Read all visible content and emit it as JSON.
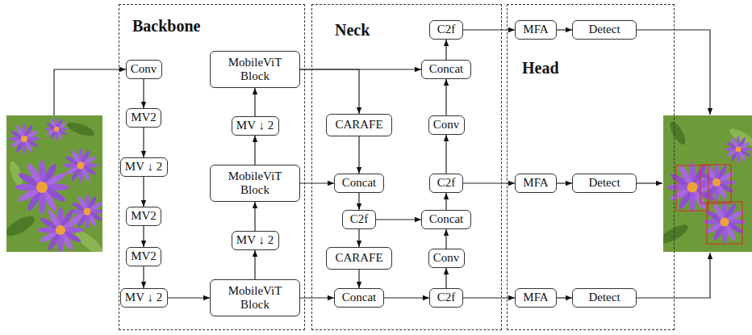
{
  "diagram": {
    "nodes": [
      {
        "text": [
          "Backbone"
        ]
      },
      {
        "text": [
          "Neck"
        ]
      },
      {
        "text": [
          "Head"
        ]
      },
      {
        "text": [
          "Conv"
        ],
        "in": 0
      },
      {
        "text": [
          "MV2"
        ],
        "in": 0
      },
      {
        "text": [
          "MV ↓ 2"
        ],
        "in": 0
      },
      {
        "text": [
          "MV2"
        ],
        "in": 0
      },
      {
        "text": [
          "MV2"
        ],
        "in": 0
      },
      {
        "text": [
          "MV ↓ 2"
        ],
        "in": 0
      },
      {
        "text": [
          "MobileViT Block"
        ],
        "in": 0
      },
      {
        "text": [
          "MV ↓ 2"
        ],
        "in": 0
      },
      {
        "text": [
          "MobileViT Block"
        ],
        "in": 0
      },
      {
        "text": [
          "MV ↓ 2"
        ],
        "in": 0
      },
      {
        "text": [
          "MobileViT Block"
        ],
        "in": 0
      },
      {
        "text": [
          "CARAFE"
        ],
        "in": 1
      },
      {
        "text": [
          "Concat"
        ],
        "in": 1
      },
      {
        "text": [
          "C2f"
        ],
        "in": 1
      },
      {
        "text": [
          "CARAFE"
        ],
        "in": 1
      },
      {
        "text": [
          "Concat"
        ],
        "in": 1
      },
      {
        "text": [
          "C2f"
        ],
        "in": 1
      },
      {
        "text": [
          "Concat"
        ],
        "in": 1
      },
      {
        "text": [
          "Conv"
        ],
        "in": 1
      },
      {
        "text": [
          "C2f"
        ],
        "in": 1
      },
      {
        "text": [
          "Concat"
        ],
        "in": 1
      },
      {
        "text": [
          "Conv"
        ],
        "in": 1
      },
      {
        "text": [
          "C2f"
        ],
        "in": 1
      },
      {
        "text": [
          "MFA"
        ],
        "in": 2
      },
      {
        "text": [
          "Detect"
        ],
        "in": 2
      },
      {
        "text": [
          "MFA"
        ],
        "in": 2
      },
      {
        "text": [
          "Detect"
        ],
        "in": 2
      },
      {
        "text": [
          "MFA"
        ],
        "in": 2
      },
      {
        "text": [
          "Detect"
        ],
        "in": 2
      }
    ],
    "edges": [
      {
        "from": 3,
        "to": 4,
        "arrow": "to"
      },
      {
        "from": 4,
        "to": 5,
        "arrow": "to"
      },
      {
        "from": 5,
        "to": 6,
        "arrow": "to"
      },
      {
        "from": 6,
        "to": 7,
        "arrow": "to"
      },
      {
        "from": 7,
        "to": 8,
        "arrow": "to"
      },
      {
        "from": 8,
        "to": 9,
        "arrow": "to"
      },
      {
        "from": 9,
        "to": 10,
        "arrow": "to"
      },
      {
        "from": 10,
        "to": 11,
        "arrow": "to"
      },
      {
        "from": 11,
        "to": 12,
        "arrow": "to"
      },
      {
        "from": 12,
        "to": 13,
        "arrow": "to"
      },
      {
        "from": 13,
        "to": 20,
        "arrow": "to"
      },
      {
        "from": 13,
        "to": 14,
        "arrow": "to"
      },
      {
        "from": 14,
        "to": 15,
        "arrow": "to"
      },
      {
        "from": 11,
        "to": 15,
        "arrow": "to"
      },
      {
        "from": 15,
        "to": 16,
        "arrow": "to"
      },
      {
        "from": 16,
        "to": 17,
        "arrow": "to"
      },
      {
        "from": 16,
        "to": 23,
        "arrow": "to"
      },
      {
        "from": 17,
        "to": 18,
        "arrow": "to"
      },
      {
        "from": 9,
        "to": 18,
        "arrow": "to"
      },
      {
        "from": 18,
        "to": 25,
        "arrow": "to"
      },
      {
        "from": 25,
        "to": 30,
        "arrow": "to"
      },
      {
        "from": 25,
        "to": 24,
        "arrow": "to"
      },
      {
        "from": 24,
        "to": 23,
        "arrow": "to"
      },
      {
        "from": 23,
        "to": 22,
        "arrow": "to"
      },
      {
        "from": 22,
        "to": 28,
        "arrow": "to"
      },
      {
        "from": 22,
        "to": 21,
        "arrow": "to"
      },
      {
        "from": 21,
        "to": 20,
        "arrow": "to"
      },
      {
        "from": 20,
        "to": 19,
        "arrow": "to"
      },
      {
        "from": 19,
        "to": 26,
        "arrow": "to"
      },
      {
        "from": 26,
        "to": 27,
        "arrow": "to"
      },
      {
        "from": 28,
        "to": 29,
        "arrow": "to"
      },
      {
        "from": 30,
        "to": 31,
        "arrow": "to"
      }
    ]
  }
}
